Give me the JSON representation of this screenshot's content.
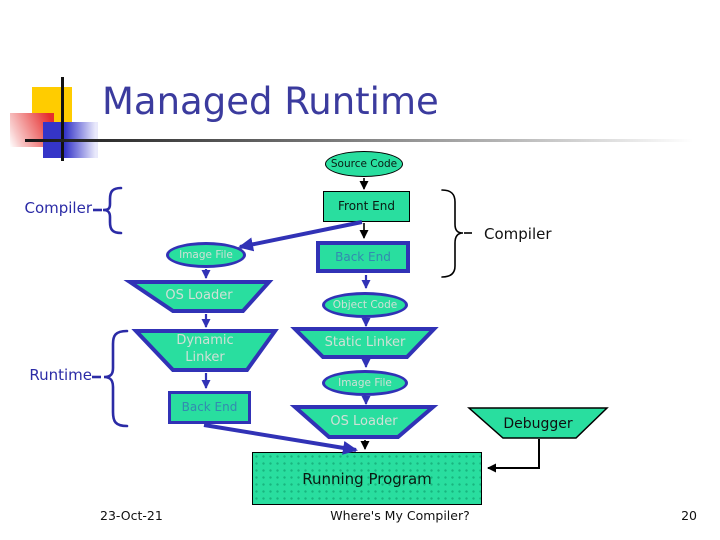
{
  "slide": {
    "title": "Managed Runtime",
    "footer_date": "23-Oct-21",
    "footer_title": "Where's My Compiler?",
    "footer_page": "20"
  },
  "labels": {
    "compiler_left": "Compiler",
    "compiler_right": "Compiler",
    "runtime": "Runtime"
  },
  "nodes": {
    "source_code": "Source Code",
    "front_end": "Front End",
    "back_end_mid": "Back End",
    "object_code": "Object Code",
    "static_linker": "Static Linker",
    "image_file_mid": "Image File",
    "os_loader_mid": "OS Loader",
    "image_file_left": "Image File",
    "os_loader_left": "OS Loader",
    "dynamic_linker": "Dynamic Linker",
    "back_end_left": "Back End",
    "debugger": "Debugger",
    "running_program": "Running Program"
  },
  "colors": {
    "shape_fill": "#29de9f",
    "shape_border_blue": "#3132b6",
    "shape_border_black": "#000000",
    "shape_text_light": "#cfe0d6",
    "shape_text_teal": "#338ab0",
    "title_text": "#3b3b9e",
    "label_blue": "#2b2ba6",
    "accent_yellow": "#ffcc00",
    "accent_red": "#e62e2e",
    "accent_blue": "#3535c8"
  }
}
